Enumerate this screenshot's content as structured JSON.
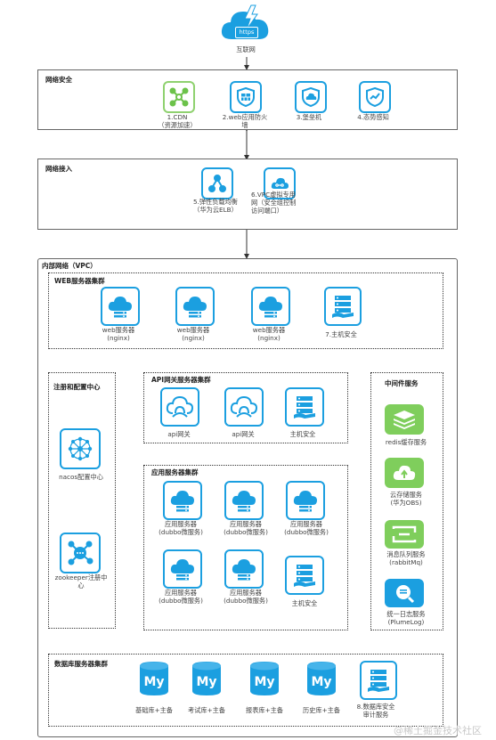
{
  "internet": {
    "badge": "https",
    "label": "互联网"
  },
  "network_security": {
    "title": "网络安全",
    "items": [
      {
        "label": "1.CDN\n（资源加速）",
        "icon": "cdn-icon"
      },
      {
        "label": "2.web应用防火\n墙",
        "icon": "firewall-icon"
      },
      {
        "label": "3.堡垒机",
        "icon": "bastion-icon"
      },
      {
        "label": "4.态势感知",
        "icon": "situation-awareness-icon"
      }
    ]
  },
  "network_access": {
    "title": "网络接入",
    "items": [
      {
        "label": "5.弹性负载均衡\n（华为云ELB）",
        "icon": "load-balancer-icon"
      },
      {
        "label": "6.VPC虚拟专用\n网（安全组控制\n访问端口）",
        "icon": "vpc-icon"
      }
    ]
  },
  "vpc": {
    "title": "内部网络（VPC）",
    "web_cluster": {
      "title": "WEB服务器集群",
      "items": [
        {
          "label": "web服务器\n(nginx)"
        },
        {
          "label": "web服务器\n(nginx)"
        },
        {
          "label": "web服务器\n(nginx)"
        },
        {
          "label": "7.主机安全"
        }
      ]
    },
    "registry": {
      "title": "注册和配置中心",
      "items": [
        {
          "label": "nacos配置中心"
        },
        {
          "label": "zookeeper注册中\n心"
        }
      ]
    },
    "api_gateway": {
      "title": "API网关服务器集群",
      "items": [
        {
          "label": "api网关"
        },
        {
          "label": "api网关"
        },
        {
          "label": "主机安全"
        }
      ]
    },
    "app_cluster": {
      "title": "应用服务器集群",
      "items": [
        {
          "label": "应用服务器\n(dubbo微服务)"
        },
        {
          "label": "应用服务器\n(dubbo微服务)"
        },
        {
          "label": "应用服务器\n(dubbo微服务)"
        },
        {
          "label": "应用服务器\n(dubbo微服务)"
        },
        {
          "label": "应用服务器\n(dubbo微服务)"
        },
        {
          "label": "主机安全"
        }
      ]
    },
    "middleware": {
      "title": "中间件服务",
      "items": [
        {
          "label": "redis缓存服务"
        },
        {
          "label": "云存储服务\n(华为OBS)"
        },
        {
          "label": "消息队列服务\n(rabbitMq)"
        },
        {
          "label": "统一日志服务\n(PlumeLog)"
        }
      ]
    },
    "db_cluster": {
      "title": "数据库服务器集群",
      "db_badge": "My",
      "items": [
        {
          "label": "基础库+主备"
        },
        {
          "label": "考试库+主备"
        },
        {
          "label": "报表库+主备"
        },
        {
          "label": "历史库+主备"
        },
        {
          "label": "8.数据库安全\n审计服务"
        }
      ]
    }
  },
  "watermark": "@稀土掘金技术社区",
  "colors": {
    "blue": "#1b9fe0",
    "green": "#6cc24a",
    "line": "#333333"
  }
}
